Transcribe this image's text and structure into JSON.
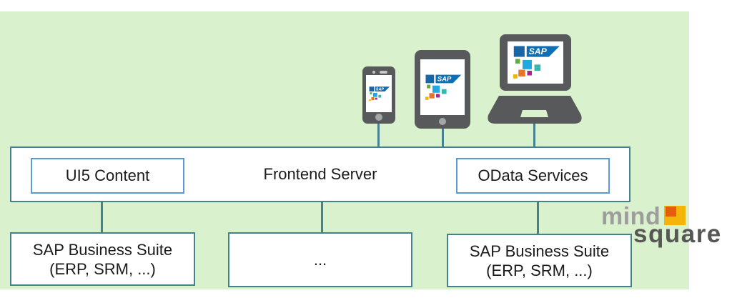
{
  "colors": {
    "background_green": "#d9f1cd",
    "border_teal": "#47808f",
    "inner_box_blue": "#5b9bd5",
    "device_gray": "#58595b",
    "text_black": "#1b1b1b",
    "sap_square_blue": "#1a66a5",
    "sap_wordmark_blue": "#0f6fb4",
    "sap_green": "#5cae3d",
    "sap_cyan": "#22a8e0",
    "sap_teal": "#38b6ae",
    "sap_orange": "#e87425",
    "sap_magenta": "#aa2490",
    "sap_yellow": "#f0b500",
    "logo_gray_light": "#9d9d9c",
    "logo_gray_dark": "#575756",
    "logo_square_yellow": "#f5b40a",
    "logo_square_orange": "#e95c10"
  },
  "sap_logo": {
    "text": "SAP"
  },
  "frontend": {
    "title": "Frontend Server",
    "ui5_label": "UI5 Content",
    "odata_label": "OData Services"
  },
  "backend_boxes": [
    {
      "line1": "SAP Business Suite",
      "line2": "(ERP, SRM, ...)"
    },
    {
      "line1": "..."
    },
    {
      "line1": "SAP Business Suite",
      "line2": "(ERP, SRM, ...)"
    }
  ],
  "logo": {
    "word1": "mind",
    "word2": "square"
  }
}
